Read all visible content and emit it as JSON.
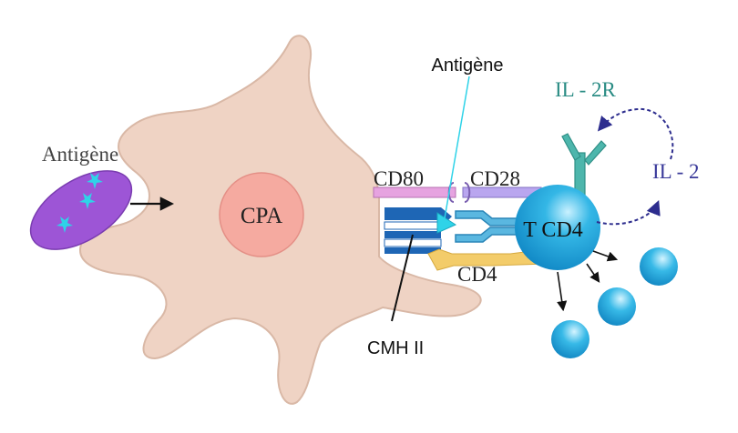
{
  "labels": {
    "antigen_left": "Antigène",
    "apc": "CPA",
    "cd80": "CD80",
    "cd28": "CD28",
    "antigen_top": "Antigène",
    "il2r": "IL - 2R",
    "il2": "IL - 2",
    "tcd4": "T CD4",
    "cd4": "CD4",
    "cmh2": "CMH II"
  },
  "colors": {
    "apc_body": "#efd3c4",
    "apc_outline": "#d9b8a6",
    "apc_nucleus": "#f5aaa0",
    "antigen_ellipse": "#9d55d6",
    "antigen_marks": "#2fd3e8",
    "t_cell": "#1fa6dc",
    "cd80": "#e6a3e0",
    "cd28": "#b9a6ef",
    "mhc": "#1e66b5",
    "tcr": "#5ab7e0",
    "cd4": "#f3cc6a",
    "il2r": "#4db6ac",
    "il2": "#3a3a9a"
  },
  "icons": {
    "antigen": "tri-star-icon",
    "cytokine": "sphere-icon"
  }
}
